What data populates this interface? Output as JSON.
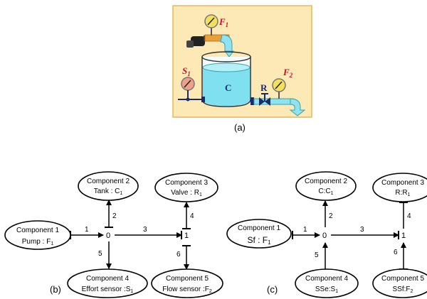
{
  "panel_a": {
    "caption": "(a)",
    "labels": {
      "f1": "F",
      "f1_sub": "1",
      "s1": "S",
      "s1_sub": "1",
      "f2": "F",
      "f2_sub": "2",
      "tank": "C",
      "valve": "R"
    }
  },
  "panel_b": {
    "caption": "(b)",
    "components": {
      "c1": {
        "title": "Component 1",
        "role": "Pump : F",
        "sub": "1"
      },
      "c2": {
        "title": "Component 2",
        "role": "Tank : C",
        "sub": "1"
      },
      "c3": {
        "title": "Component 3",
        "role": "Valve : R",
        "sub": "1"
      },
      "c4": {
        "title": "Component 4",
        "role": "Effort sensor :S",
        "sub": "1"
      },
      "c5": {
        "title": "Component 5",
        "role": "Flow sensor :F",
        "sub": "2"
      }
    },
    "nodes": {
      "n0": "0",
      "n1": "1"
    },
    "bonds": [
      "1",
      "2",
      "3",
      "4",
      "5",
      "6"
    ]
  },
  "panel_c": {
    "caption": "(c)",
    "components": {
      "c1": {
        "title": "Component 1",
        "role": "Sf : F",
        "sub": "1"
      },
      "c2": {
        "title": "Component 2",
        "role": "C:C",
        "sub": "1"
      },
      "c3": {
        "title": "Component 3",
        "role": "R:R",
        "sub": "1"
      },
      "c4": {
        "title": "Component 4",
        "role": "SSe:S",
        "sub": "1"
      },
      "c5": {
        "title": "Component 5",
        "role": "SSf:F",
        "sub": "2"
      }
    },
    "nodes": {
      "n0": "0",
      "n1": "1"
    },
    "bonds": [
      "1",
      "2",
      "3",
      "4",
      "5",
      "6"
    ]
  },
  "colors": {
    "panel_bg": "#fde9b6",
    "panel_border": "#e6b85a",
    "water": "#8fe3f0",
    "tank_water": "#7fe0ef",
    "sensor_yellow": "#f4e05a",
    "sensor_red": "#f0a08a",
    "label_red": "#c8102e",
    "label_navy": "#1a2a6c"
  }
}
